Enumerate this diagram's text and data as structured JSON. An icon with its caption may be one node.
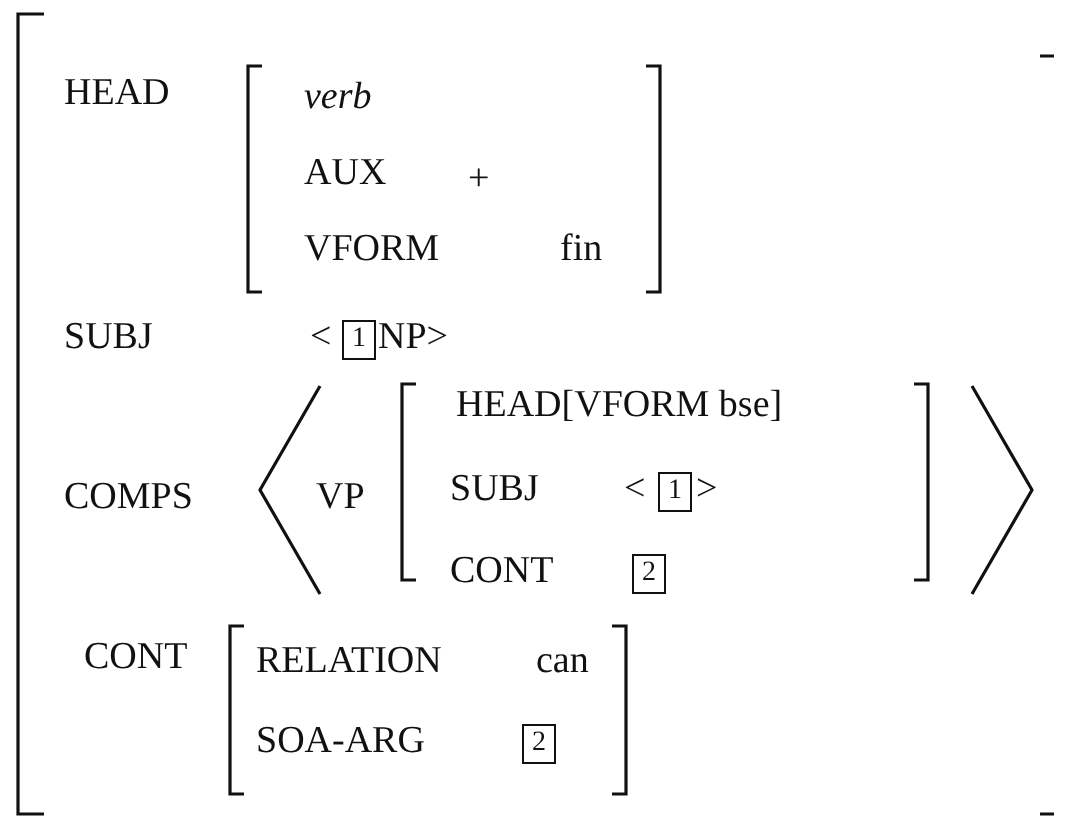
{
  "diagram": {
    "nodes": [
      {
        "text": [
          "HEAD",
          "SUBJ",
          "<",
          "NP>",
          "COMPS",
          "CONT"
        ]
      },
      {
        "text": [
          "verb",
          "AUX",
          "+",
          "VFORM",
          "fin"
        ],
        "in": 0
      },
      {
        "text": [
          "1"
        ],
        "in": 0
      },
      {
        "text": [
          "VP"
        ],
        "in": 0
      },
      {
        "text": [
          "HEAD[VFORM bse]",
          "SUBJ",
          "<",
          ">",
          "CONT"
        ],
        "in": 3
      },
      {
        "text": [
          "1"
        ],
        "in": 4
      },
      {
        "text": [
          "2"
        ],
        "in": 4
      },
      {
        "text": [
          "RELATION",
          "can",
          "SOA-ARG"
        ],
        "in": 0
      },
      {
        "text": [
          "2"
        ],
        "in": 7
      }
    ]
  }
}
